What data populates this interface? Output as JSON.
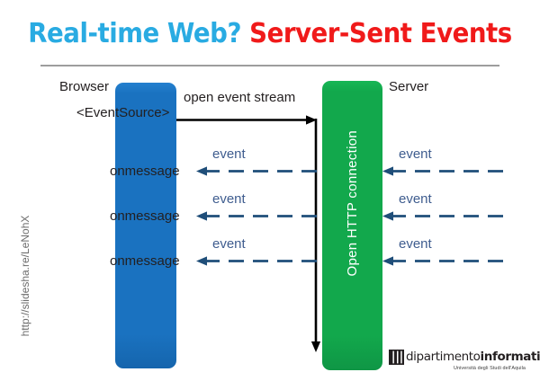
{
  "slide": {
    "title_primary": "Real-time Web? ",
    "title_secondary": "Server-Sent Events",
    "title_primary_color": "#29ABE2",
    "title_secondary_color": "#F01A1A",
    "share_url": "http://slidesha.re/LeNohX"
  },
  "diagram": {
    "client": {
      "label": "Browser",
      "api_label": "<EventSource>",
      "color": "#1A72C0"
    },
    "server": {
      "label": "Server",
      "connection_label": "Open HTTP connection",
      "color": "#12A84C"
    },
    "request": {
      "label": "open event stream",
      "color": "#000000"
    },
    "handlers": [
      {
        "label": "onmessage"
      },
      {
        "label": "onmessage"
      },
      {
        "label": "onmessage"
      }
    ],
    "events_inner": [
      {
        "label": "event"
      },
      {
        "label": "event"
      },
      {
        "label": "event"
      }
    ],
    "events_outer": [
      {
        "label": "event"
      },
      {
        "label": "event"
      },
      {
        "label": "event"
      }
    ],
    "event_color": "#1F4E79"
  },
  "logo": {
    "wordmark_light": "di",
    "wordmark_regular": "partimento",
    "wordmark_bold": "informatica",
    "subtitle": "Università degli Studi dell'Aquila"
  }
}
